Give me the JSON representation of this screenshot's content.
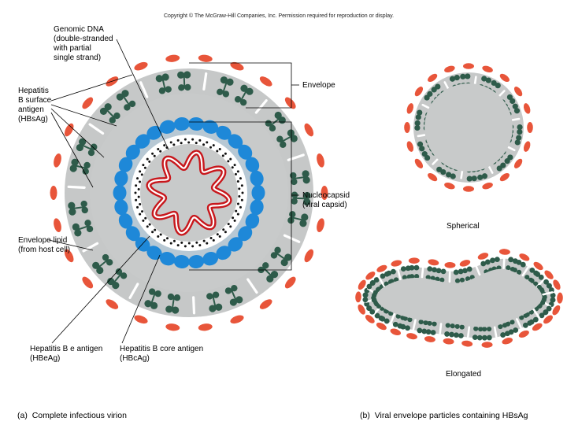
{
  "copyright": "Copyright © The McGraw-Hill Companies, Inc. Permission required for reproduction or display.",
  "panel_a": {
    "letter": "(a)",
    "caption": "Complete infectious virion",
    "labels": {
      "genomic_dna": "Genomic DNA\n(double-stranded\nwith partial\nsingle strand)",
      "surface_antigen": "Hepatitis\nB surface\nantigen\n(HBsAg)",
      "envelope": "Envelope",
      "nucleocapsid": "Nucleocapsid\n(viral capsid)",
      "envelope_lipid": "Envelope lipid\n(from host cell)",
      "e_antigen": "Hepatitis B e antigen\n(HBeAg)",
      "core_antigen": "Hepatitis B core antigen\n(HBcAg)"
    }
  },
  "panel_b": {
    "letter": "(b)",
    "caption": "Viral envelope particles containing HBsAg",
    "labels": {
      "spherical": "Spherical",
      "elongated": "Elongated"
    }
  },
  "colors": {
    "surface_antigen_orange": "#e8553a",
    "envelope_green": "#2e5b4a",
    "lipid_gray": "#c9cccc",
    "core_blue": "#1e88d8",
    "dna_red": "#c8171c",
    "interior_gray": "#c6c8c8"
  }
}
